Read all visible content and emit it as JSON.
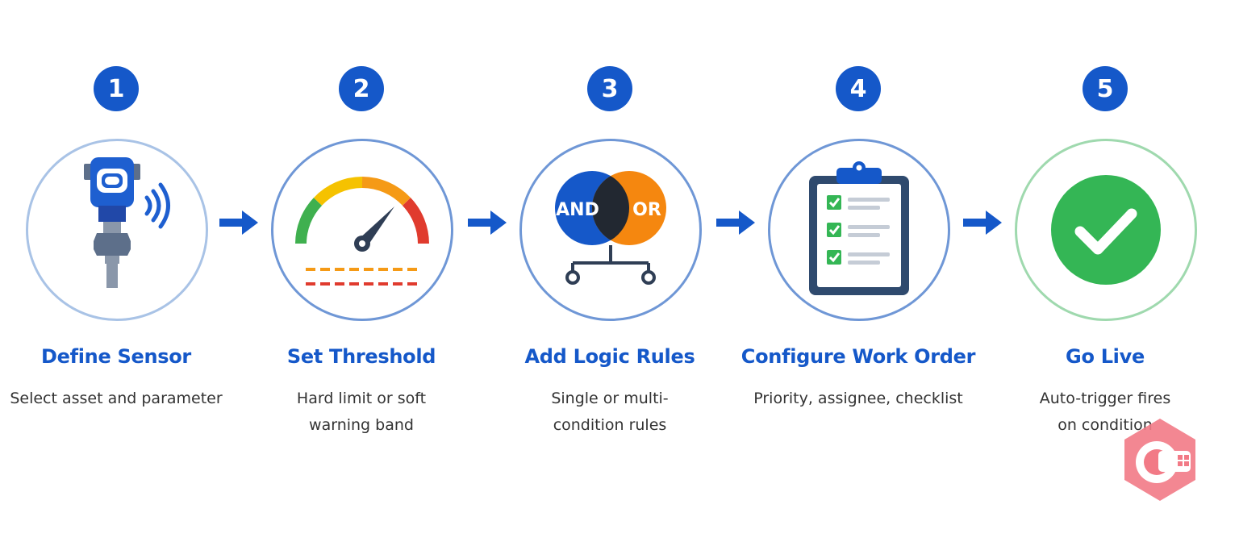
{
  "steps": [
    {
      "number": "1",
      "title": "Define Sensor",
      "desc_lines": [
        "Select asset and parameter"
      ],
      "icon": "pressure-sensor-icon"
    },
    {
      "number": "2",
      "title": "Set Threshold",
      "desc_lines": [
        "Hard limit or soft",
        "warning band"
      ],
      "icon": "gauge-icon"
    },
    {
      "number": "3",
      "title": "Add Logic Rules",
      "desc_lines": [
        "Single or multi-",
        "condition rules"
      ],
      "icon": "and-or-venn-icon",
      "venn": {
        "left": "AND",
        "right": "OR"
      }
    },
    {
      "number": "4",
      "title": "Configure Work Order",
      "desc_lines": [
        "Priority, assignee, checklist"
      ],
      "icon": "clipboard-checklist-icon"
    },
    {
      "number": "5",
      "title": "Go Live",
      "desc_lines": [
        "Auto-trigger fires",
        "on condition"
      ],
      "icon": "checkmark-circle-icon"
    }
  ],
  "colors": {
    "primary_blue": "#1558c9",
    "ring_light": "#a9c3e6",
    "ring_mid": "#6f97d6",
    "ring_green": "#9fd9ae",
    "success_green": "#34b655",
    "venn_blue": "#1558c9",
    "venn_orange": "#f5870f",
    "gauge_green": "#3fb04f",
    "gauge_yellow": "#f5c200",
    "gauge_orange": "#f59a16",
    "gauge_red": "#e03b2e",
    "logo_pink": "#f27a86"
  }
}
